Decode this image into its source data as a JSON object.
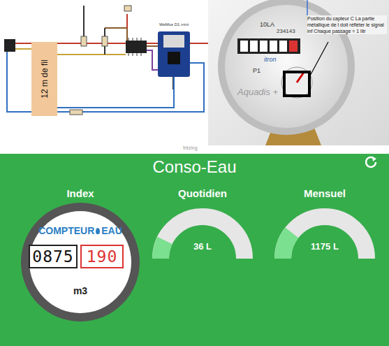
{
  "diagram": {
    "title": "Conso-Eau",
    "nodes": [
      {
        "text": [
          "Index",
          "COMPTEUR",
          "EAU",
          "m3"
        ]
      },
      {
        "text": [
          "0875"
        ],
        "in": 0
      },
      {
        "text": [
          "190"
        ],
        "in": 0
      },
      {
        "text": [
          "Quotidien",
          "36 L"
        ]
      },
      {
        "text": [
          "Mensuel",
          "1175 L"
        ]
      },
      {
        "text": [
          "Position du capteur C La partie métallique de l doit réfléter le signal inf Chaque passage = 1 litr"
        ]
      },
      {
        "text": [
          "WeMos D1 mini"
        ]
      },
      {
        "text": [
          "12 m de fil"
        ]
      }
    ],
    "edges": [
      {
        "from": 7,
        "to": 6,
        "arrow": "none"
      }
    ],
    "labels": [
      "fritzing",
      "10LA",
      "234143",
      "itron",
      "Aquadis +",
      "P1"
    ]
  }
}
